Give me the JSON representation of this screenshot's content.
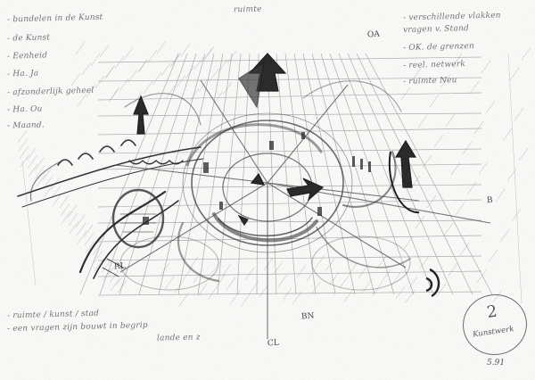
{
  "drawing_title": "ruimte",
  "notes_left": [
    "- bundelen in de Kunst",
    "- de Kunst",
    "- Eenheid",
    "- Ha. Ja",
    "- afzonderlijk geheel",
    "- Ha. Ou",
    "- Maand."
  ],
  "notes_right": [
    "- verschillende vlakken",
    "  vragen v. Stand",
    "- OK. de grenzen",
    "- reel. netwerk",
    "- ruimte Neu"
  ],
  "notes_bottom": [
    "- ruimte / kunst / stad",
    "- een vragen zijn bouwt in begrip",
    "  lande en z"
  ],
  "marks": {
    "oa": "OA",
    "mark_right": "B",
    "rl": "RL",
    "bn": "BN",
    "cl": "CL"
  },
  "stamp": {
    "number": "2",
    "word": "Kunstwerk"
  },
  "date": "5.91"
}
